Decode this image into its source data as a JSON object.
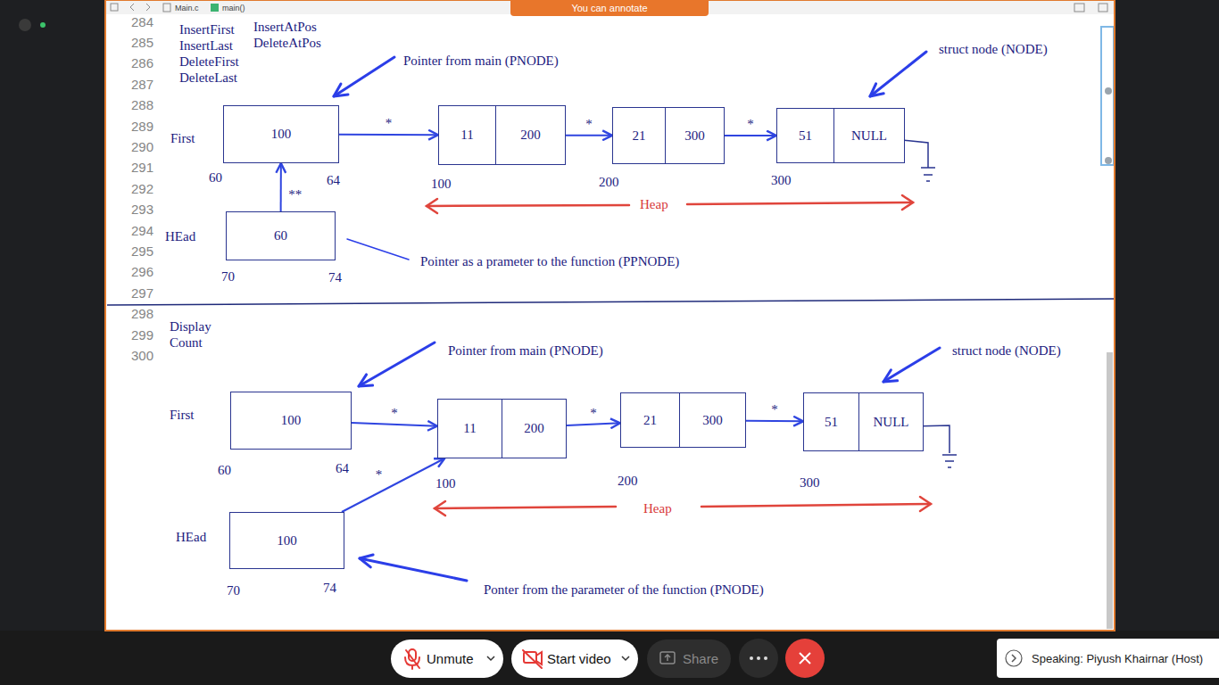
{
  "diagram": {
    "nodes": [
      {
        "text": [
          "You can annotate"
        ]
      },
      {
        "text": [
          "100"
        ]
      },
      {
        "text": [
          "11",
          "200"
        ]
      },
      {
        "text": [
          "21",
          "300"
        ]
      },
      {
        "text": [
          "51",
          "NULL"
        ]
      },
      {
        "text": [
          "60"
        ]
      },
      {
        "text": [
          "100"
        ]
      },
      {
        "text": [
          "11",
          "200"
        ]
      },
      {
        "text": [
          "21",
          "300"
        ]
      },
      {
        "text": [
          "51",
          "NULL"
        ]
      },
      {
        "text": [
          "100"
        ]
      },
      {
        "text": [
          "Unmute"
        ]
      },
      {
        "text": [
          "Start video"
        ]
      },
      {
        "text": [
          "Share"
        ]
      },
      {
        "text": [
          "Speaking: Piyush Khairnar (Host)"
        ]
      }
    ],
    "edges": [
      {
        "from": 1,
        "to": 2,
        "arrow": "to",
        "label": "*"
      },
      {
        "from": 2,
        "to": 3,
        "arrow": "to",
        "label": "*"
      },
      {
        "from": 3,
        "to": 4,
        "arrow": "to",
        "label": "*"
      },
      {
        "from": 5,
        "to": 1,
        "arrow": "to",
        "label": "**"
      },
      {
        "from": 6,
        "to": 7,
        "arrow": "to",
        "label": "*"
      },
      {
        "from": 7,
        "to": 8,
        "arrow": "to",
        "label": "*"
      },
      {
        "from": 8,
        "to": 9,
        "arrow": "to",
        "label": "*"
      },
      {
        "from": 10,
        "to": 7,
        "arrow": "to",
        "label": "*"
      }
    ],
    "labels": [
      "Main.c",
      "main()",
      "284",
      "285",
      "286",
      "287",
      "288",
      "289",
      "290",
      "291",
      "292",
      "293",
      "294",
      "295",
      "296",
      "297",
      "298",
      "299",
      "300",
      "InsertFirst",
      "InsertLast",
      "DeleteFirst",
      "DeleteLast",
      "InsertAtPos",
      "DeleteAtPos",
      "Pointer from main (PNODE)",
      "struct node (NODE)",
      "First",
      "60",
      "64",
      "100",
      "200",
      "300",
      "Heap",
      "HEad",
      "70",
      "74",
      "Pointer as a prameter to the function (PPNODE)",
      "Display",
      "Count",
      "Pointer from main (PNODE)",
      "struct node (NODE)",
      "First",
      "60",
      "64",
      "100",
      "200",
      "300",
      "Heap",
      "HEad",
      "70",
      "74",
      "Ponter from the parameter of the function (PNODE)"
    ]
  }
}
